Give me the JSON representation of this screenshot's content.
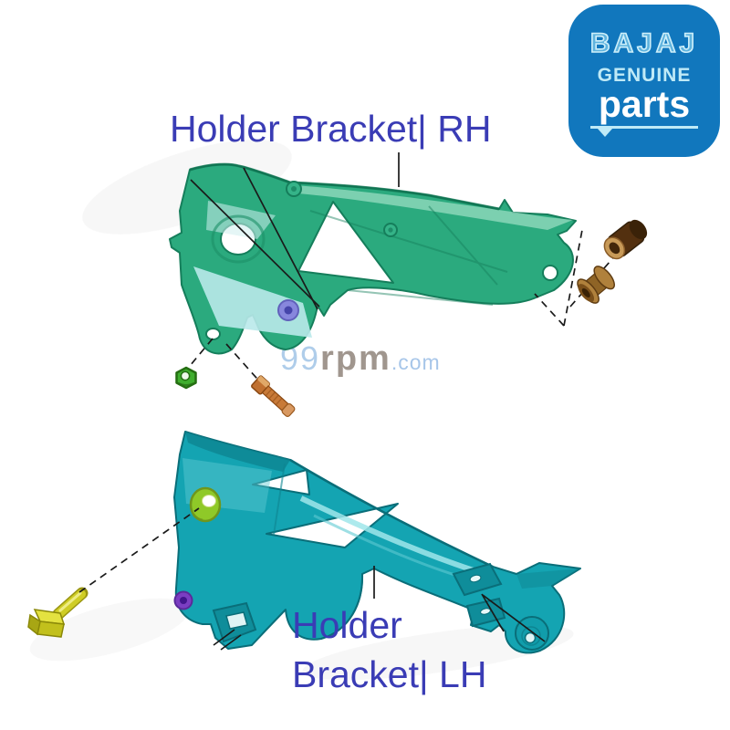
{
  "page": {
    "background": "#ffffff"
  },
  "badge": {
    "brand": "BAJAJ",
    "genuine": "GENUINE",
    "parts": "parts",
    "bg_color": "#1177bd",
    "text_color": "#bfeaf7"
  },
  "labels": {
    "rh": "Holder Bracket| RH",
    "lh_line1": "Holder",
    "lh_line2": "Bracket| LH",
    "color": "#3a3cb5"
  },
  "watermark": {
    "prefix": "99",
    "brand": "rpm",
    "suffix": ".com",
    "prefix_color": "#abcbe9",
    "brand_color": "#9b9189"
  },
  "illustration": {
    "bracket_rh": {
      "icon": "holder-bracket-rh",
      "color": "#2baa7e"
    },
    "bracket_lh": {
      "icon": "holder-bracket-lh",
      "color": "#14a4b2"
    },
    "hardware": [
      {
        "icon": "hex-nut-green",
        "color": "#3fae2e"
      },
      {
        "icon": "copper-bolt",
        "color": "#c87a38"
      },
      {
        "icon": "yellow-bolt",
        "color": "#d6d428"
      },
      {
        "icon": "bushing-sleeve-brown",
        "color": "#53300f"
      },
      {
        "icon": "bushing-spool-bronze",
        "color": "#b0813c"
      },
      {
        "icon": "grommet-purple-rh",
        "color": "#8787dd"
      },
      {
        "icon": "grommet-green-lh",
        "color": "#8fc928"
      },
      {
        "icon": "grommet-purple-lh",
        "color": "#7b3ec2"
      }
    ]
  }
}
